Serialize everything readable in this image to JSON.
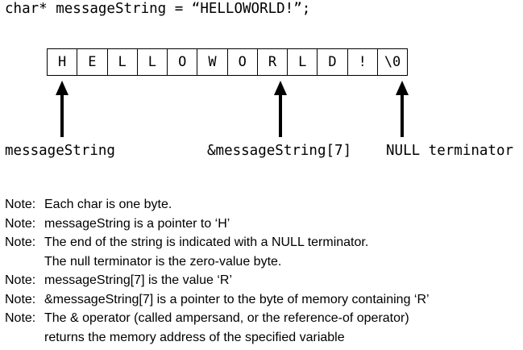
{
  "code_line": "char* messageString = “HELLOWORLD!”;",
  "cells": [
    "H",
    "E",
    "L",
    "L",
    "O",
    "W",
    "O",
    "R",
    "L",
    "D",
    "!",
    "\\0"
  ],
  "labels": {
    "pointer_label": "messageString",
    "index_label": "&messageString[7]",
    "terminator_label": "NULL terminator"
  },
  "notes": [
    {
      "tag": "Note:",
      "text": "Each char is one byte."
    },
    {
      "tag": "Note:",
      "text": "messageString is a pointer to ‘H’"
    },
    {
      "tag": "Note:",
      "text": "The end of the string is indicated with a NULL terminator."
    },
    {
      "tag": "",
      "text": "The null terminator is the zero-value byte."
    },
    {
      "tag": "Note:",
      "text": "messageString[7] is the value ‘R’"
    },
    {
      "tag": "Note:",
      "text": "&messageString[7] is a pointer to the byte of memory containing ‘R’"
    },
    {
      "tag": "Note:",
      "text": "The & operator (called ampersand, or the reference-of operator)"
    },
    {
      "tag": "",
      "text": "returns the memory address of the specified variable"
    }
  ]
}
